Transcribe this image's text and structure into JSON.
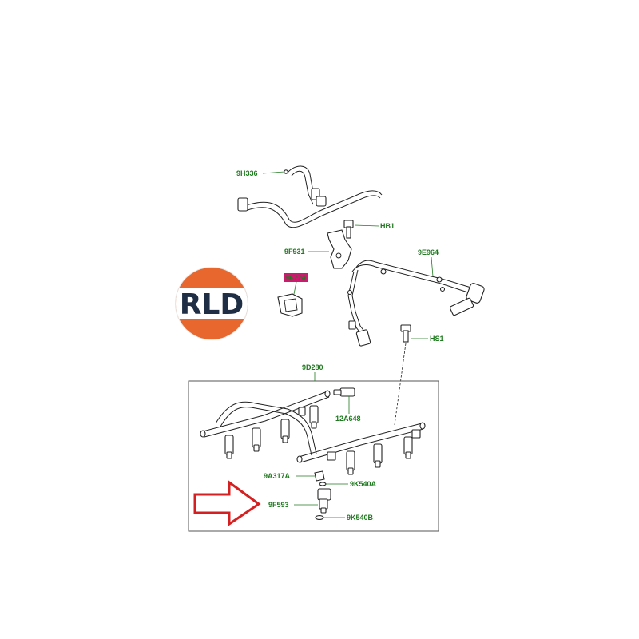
{
  "logo": {
    "text": "RLD",
    "colors": {
      "top": "#e8672e",
      "bottom": "#e8672e",
      "band": "#ffffff",
      "text": "#1f2e45"
    }
  },
  "labels": {
    "fuel_feed_pipe": "9H336",
    "bolt_hb1": "HB1",
    "bracket": "9F931",
    "harness": "9E964",
    "clip_highlighted": "9F774",
    "bolt_hs1": "HS1",
    "fuel_rail": "9D280",
    "pressure_sensor": "12A648",
    "injector_clip": "9A317A",
    "o_ring_upper": "9K540A",
    "injector": "9F593",
    "o_ring_lower": "9K540B"
  },
  "highlight": {
    "arrow_color": "#d42020",
    "label_highlight": "#cc1a6e"
  }
}
